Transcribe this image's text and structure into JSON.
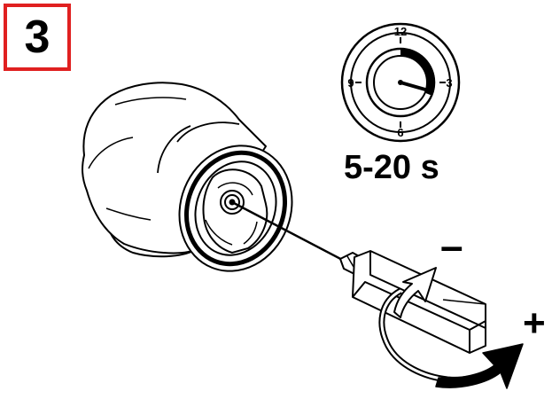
{
  "step": {
    "number": "3",
    "border_color": "#e02020"
  },
  "timer": {
    "labels": {
      "top": "12",
      "right": "3",
      "bottom": "6",
      "left": "9"
    },
    "duration_text": "5-20 s"
  },
  "adjust": {
    "decrease_symbol": "–",
    "increase_symbol": "+"
  },
  "icons": [
    "timer-dial-icon",
    "screwdriver-icon",
    "rotation-arrow-icon"
  ]
}
